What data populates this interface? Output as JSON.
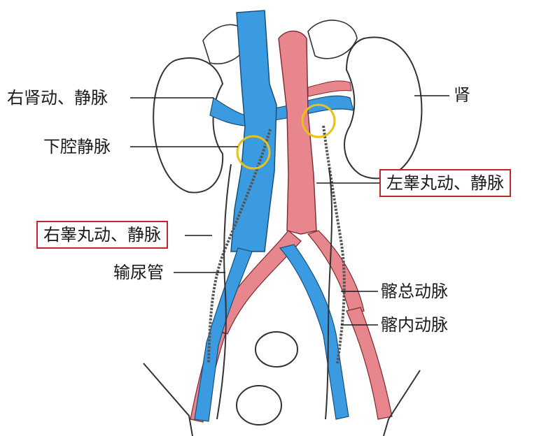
{
  "labels": {
    "kidney": "肾",
    "right_renal": "右肾动、静脉",
    "ivc": "下腔静脉",
    "left_testicular": "左睾丸动、静脉",
    "right_testicular": "右睾丸动、静脉",
    "ureter": "输尿管",
    "common_iliac": "髂总动脉",
    "internal_iliac": "髂内动脉"
  },
  "colors": {
    "vein": "#3b9be0",
    "artery": "#e8868d",
    "highlight_box": "#c0272d",
    "highlight_circle": "#e6c21a"
  }
}
